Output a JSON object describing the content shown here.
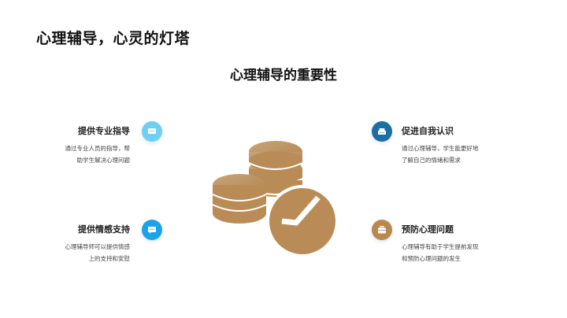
{
  "slide": {
    "title": "心理辅导，心灵的灯塔",
    "section_title": "心理辅导的重要性"
  },
  "items": [
    {
      "heading": "提供专业指导",
      "desc_line1": "通过专业人员的指导，帮",
      "desc_line2": "助学生解决心理问题",
      "icon": "chat-bubble-icon",
      "color": "#6fd0f5"
    },
    {
      "heading": "提供情感支持",
      "desc_line1": "心理辅导师可以提供情感",
      "desc_line2": "上的支持和安慰",
      "icon": "message-icon",
      "color": "#1aa3e8"
    },
    {
      "heading": "促进自我认识",
      "desc_line1": "通过心理辅导，学生能更好地",
      "desc_line2": "了解自己的情绪和需求",
      "icon": "sofa-icon",
      "color": "#1c6fa3"
    },
    {
      "heading": "预防心理问题",
      "desc_line1": "心理辅导有助于学生提前发现",
      "desc_line2": "和预防心理问题的发生",
      "icon": "briefcase-icon",
      "color": "#b8894f"
    }
  ],
  "illustration": {
    "name": "coins-with-checkmark",
    "color": "#b98c57"
  }
}
